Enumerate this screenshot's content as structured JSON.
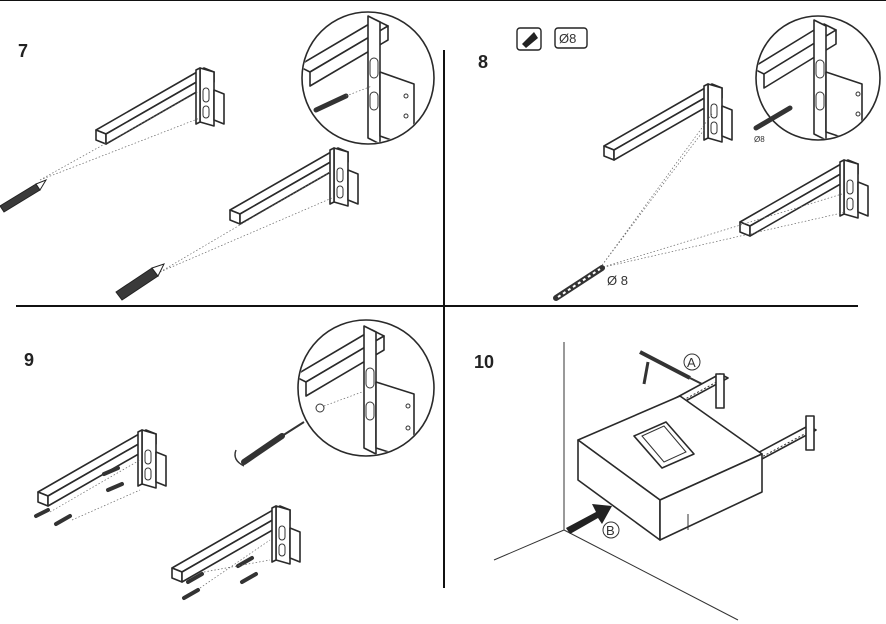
{
  "steps": [
    {
      "number": "7"
    },
    {
      "number": "8"
    },
    {
      "number": "9"
    },
    {
      "number": "10"
    }
  ],
  "labels": {
    "drill_size_badge": "Ø8",
    "drill_size_step8": "Ø 8",
    "drill_size_small": "Ø8",
    "callout_a": "A",
    "callout_b": "B"
  },
  "icons": [
    "pencil-icon",
    "drill-icon",
    "drill-bit-icon",
    "wall-plug-icon",
    "screwdriver-icon",
    "rotate-arrow-icon",
    "silicone-gun-icon",
    "push-arrow-icon",
    "magnifier-circle-icon"
  ],
  "colors": {
    "line": "#2a2a2a",
    "rule": "#111111",
    "background": "#ffffff"
  }
}
